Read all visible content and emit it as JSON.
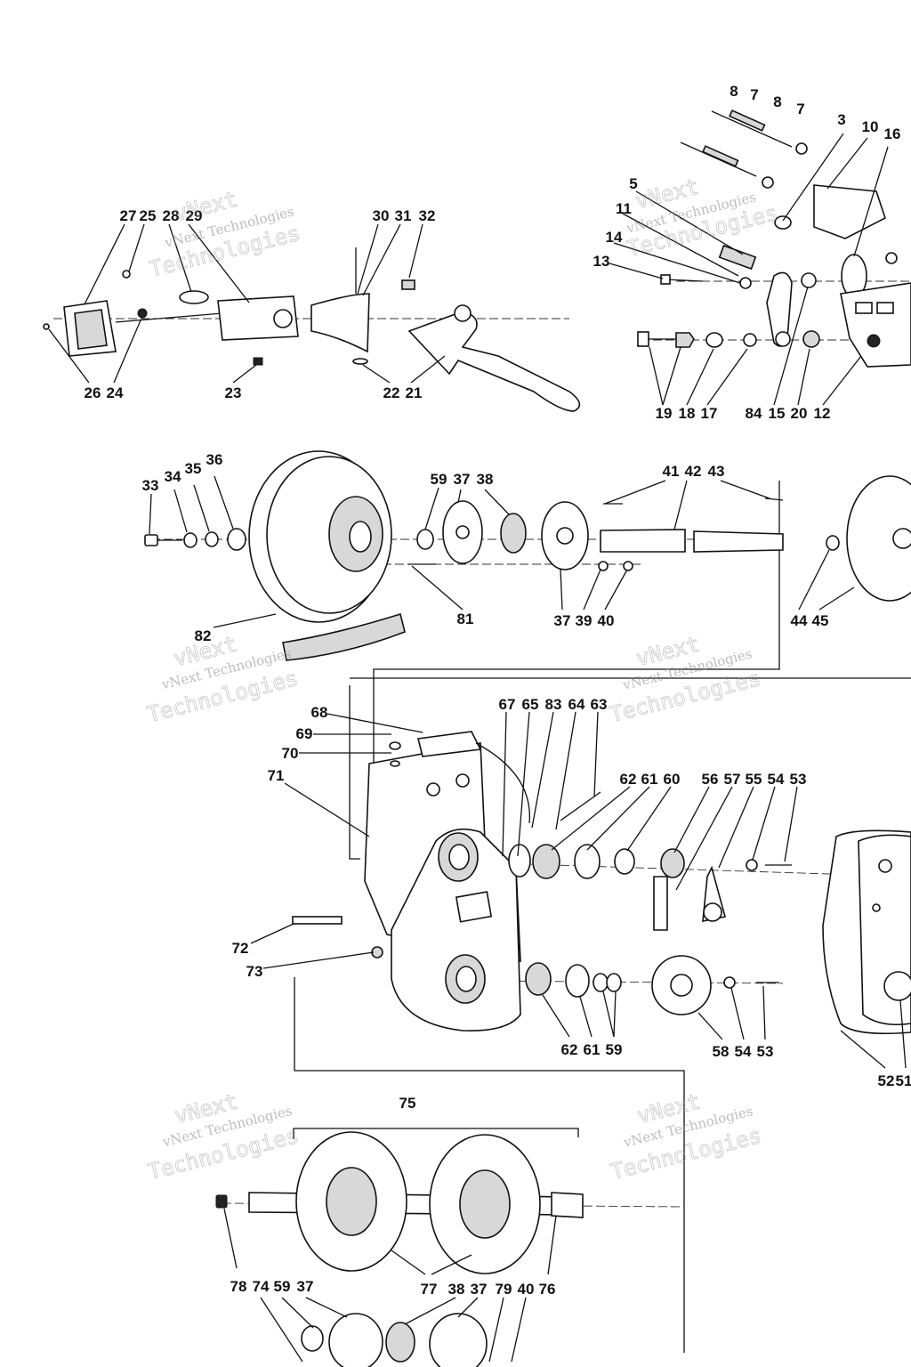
{
  "diagram": {
    "watermark": {
      "line1": "vNext Technologies",
      "line2": "Technologies",
      "prefix": "vNext"
    },
    "callouts": {
      "top_left": [
        "27",
        "25",
        "28",
        "29",
        "30",
        "31",
        "32",
        "26",
        "24",
        "23",
        "22",
        "21"
      ],
      "top_right": [
        "8",
        "7",
        "8",
        "7",
        "3",
        "10",
        "16",
        "5",
        "11",
        "14",
        "13",
        "19",
        "18",
        "17",
        "84",
        "15",
        "20",
        "12"
      ],
      "middle": [
        "33",
        "34",
        "35",
        "36",
        "59",
        "37",
        "38",
        "41",
        "42",
        "43",
        "82",
        "81",
        "37",
        "39",
        "40",
        "44",
        "45"
      ],
      "lower": [
        "68",
        "69",
        "70",
        "71",
        "67",
        "65",
        "83",
        "64",
        "63",
        "62",
        "61",
        "60",
        "56",
        "57",
        "55",
        "54",
        "53",
        "72",
        "73",
        "62",
        "61",
        "59",
        "58",
        "54",
        "53",
        "52",
        "51"
      ],
      "bottom": [
        "75",
        "78",
        "74",
        "59",
        "37",
        "77",
        "38",
        "37",
        "79",
        "40",
        "76"
      ]
    },
    "colors": {
      "ink": "#111111",
      "paper": "#ffffff",
      "watermark": "#888888"
    }
  }
}
